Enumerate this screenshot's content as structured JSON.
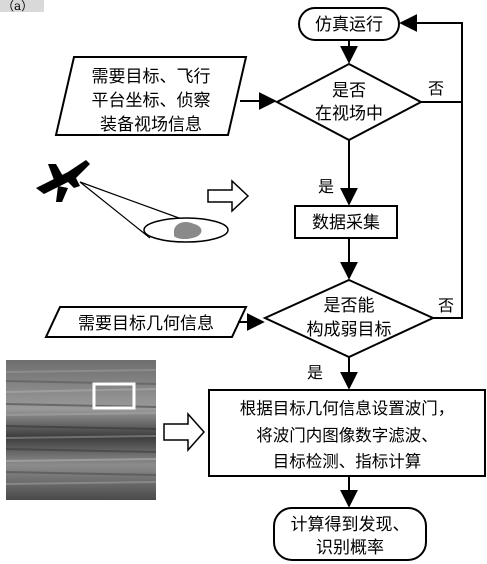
{
  "corner_label": "（a）",
  "nodes": {
    "run_sim": "仿真运行",
    "need_coords": [
      "需要目标、飞行",
      "平台坐标、侦察",
      "装备视场信息"
    ],
    "in_view": [
      "是否",
      "在视场中"
    ],
    "data_collect": "数据采集",
    "need_geom": "需要目标几何信息",
    "weak_target": [
      "是否能",
      "构成弱目标"
    ],
    "process": [
      "根据目标几何信息设置波门，",
      "将波门内图像数字滤波、",
      "目标检测、指标计算"
    ],
    "result": [
      "计算得到发现、",
      "识别概率"
    ]
  },
  "edge_labels": {
    "no_1": "否",
    "yes_1": "是",
    "no_2": "否",
    "yes_2": "是"
  },
  "colors": {
    "line": "#000000",
    "target_blob": "#8a8a8a",
    "sensor_image_bg": "#5a5a5a",
    "window_box": "#ffffff"
  },
  "icons": [
    "airplane-icon",
    "hollow-arrow-icon",
    "sensor-image"
  ]
}
